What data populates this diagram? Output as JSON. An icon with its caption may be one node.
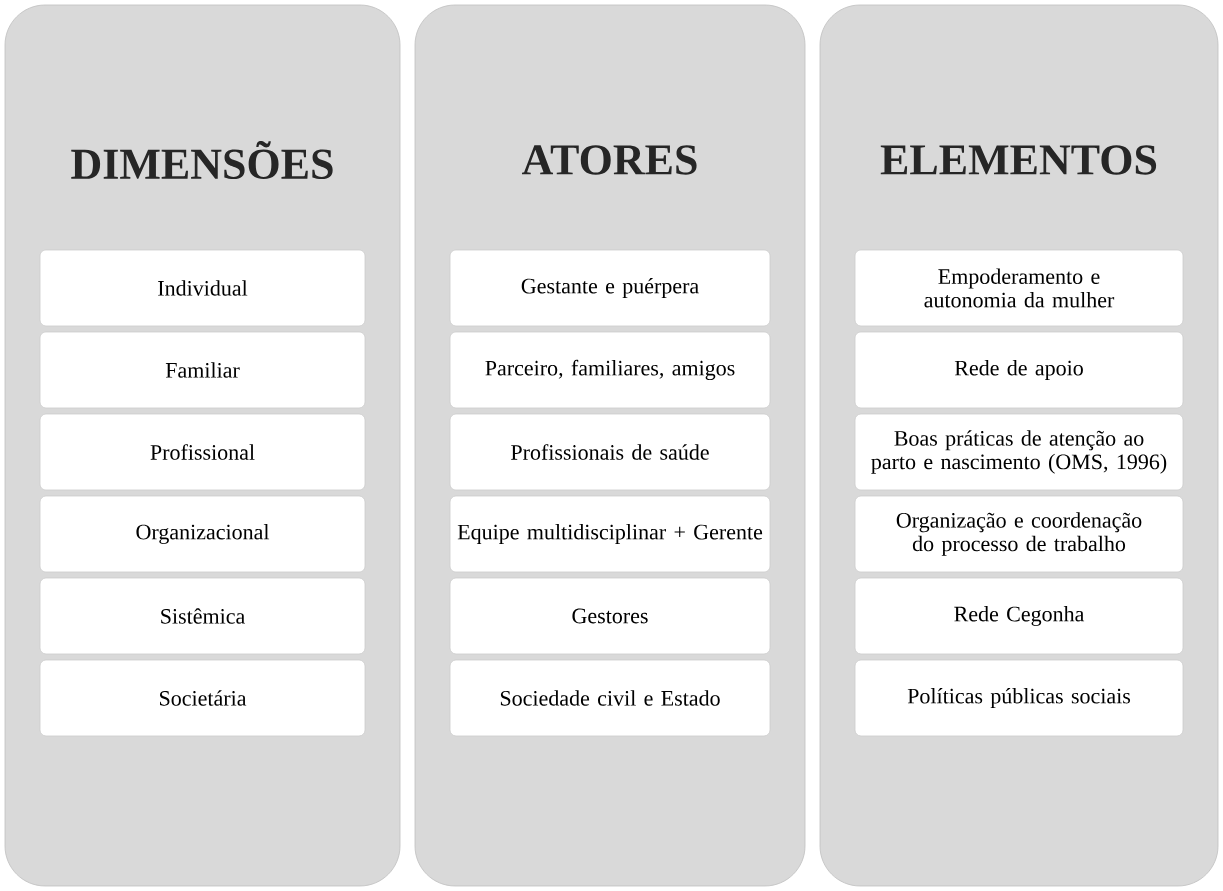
{
  "diagram": {
    "nodes": [
      {
        "text": [
          "DIMENSÕES"
        ]
      },
      {
        "text": [
          "Individual"
        ],
        "in": 0
      },
      {
        "text": [
          "Familiar"
        ],
        "in": 0
      },
      {
        "text": [
          "Profissional"
        ],
        "in": 0
      },
      {
        "text": [
          "Organizacional"
        ],
        "in": 0
      },
      {
        "text": [
          "Sistêmica"
        ],
        "in": 0
      },
      {
        "text": [
          "Societária"
        ],
        "in": 0
      },
      {
        "text": [
          "ATORES"
        ]
      },
      {
        "text": [
          "Gestante e puérpera"
        ],
        "in": 7
      },
      {
        "text": [
          "Parceiro, familiares, amigos"
        ],
        "in": 7
      },
      {
        "text": [
          "Profissionais de saúde"
        ],
        "in": 7
      },
      {
        "text": [
          "Equipe multidisciplinar + Gerente"
        ],
        "in": 7
      },
      {
        "text": [
          "Gestores"
        ],
        "in": 7
      },
      {
        "text": [
          "Sociedade civil e Estado"
        ],
        "in": 7
      },
      {
        "text": [
          "ELEMENTOS"
        ]
      },
      {
        "text": [
          "Empoderamento e autonomia da mulher"
        ],
        "in": 14
      },
      {
        "text": [
          "Rede de apoio"
        ],
        "in": 14
      },
      {
        "text": [
          "Boas práticas de atenção ao parto e nascimento (OMS, 1996)"
        ],
        "in": 14
      },
      {
        "text": [
          "Organização e coordenação do processo de trabalho"
        ],
        "in": 14
      },
      {
        "text": [
          "Rede Cegonha"
        ],
        "in": 14
      },
      {
        "text": [
          "Políticas públicas sociais"
        ],
        "in": 14
      }
    ]
  }
}
